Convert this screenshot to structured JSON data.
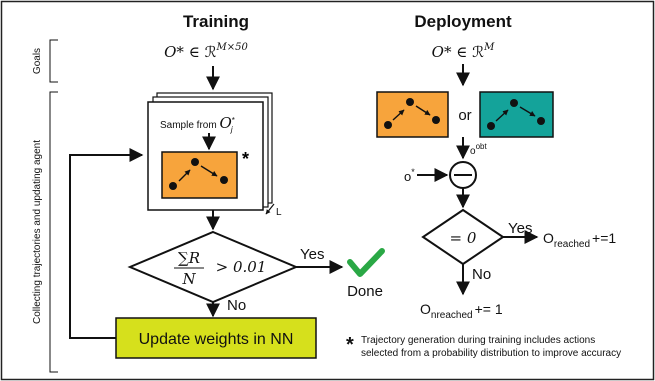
{
  "titles": {
    "training": "Training",
    "deployment": "Deployment"
  },
  "side_labels": {
    "goals": "Goals",
    "collecting": "Collecting trajectories and updating agent"
  },
  "training": {
    "goal_var": "O*",
    "goal_space": "∈ ℛ",
    "goal_exp": "M×50",
    "sample_label": "Sample from",
    "sample_var": "O",
    "sample_sub": "j",
    "sample_sup": "*",
    "star_mark": "*",
    "loop_label": "L",
    "cond_sum": "∑R",
    "cond_den": "N",
    "cond_rhs": "> 0.01",
    "yes_label": "Yes",
    "no_label": "No",
    "done_label": "Done",
    "update_label": "Update weights in NN"
  },
  "deployment": {
    "goal_var": "O*",
    "goal_space": "∈ ℛ",
    "goal_exp": "M",
    "or_label": "or",
    "obs_label": "o",
    "obs_sup": "obt",
    "star_input": "o",
    "star_input_sup": "*",
    "cond_label": "= 0",
    "yes_label": "Yes",
    "no_label": "No",
    "reached_var": "O",
    "reached_sub": "reached",
    "reached_op": "+=1",
    "nreached_var": "O",
    "nreached_sub": "nreached",
    "nreached_op": "+= 1"
  },
  "footnote": {
    "mark": "*",
    "line1": "Trajectory generation during training includes actions",
    "line2": "selected from a probability distribution to improve accuracy"
  },
  "colors": {
    "orange": "#f7a43c",
    "teal": "#14a39a",
    "lime": "#d6e01c",
    "check": "#2aa845"
  }
}
